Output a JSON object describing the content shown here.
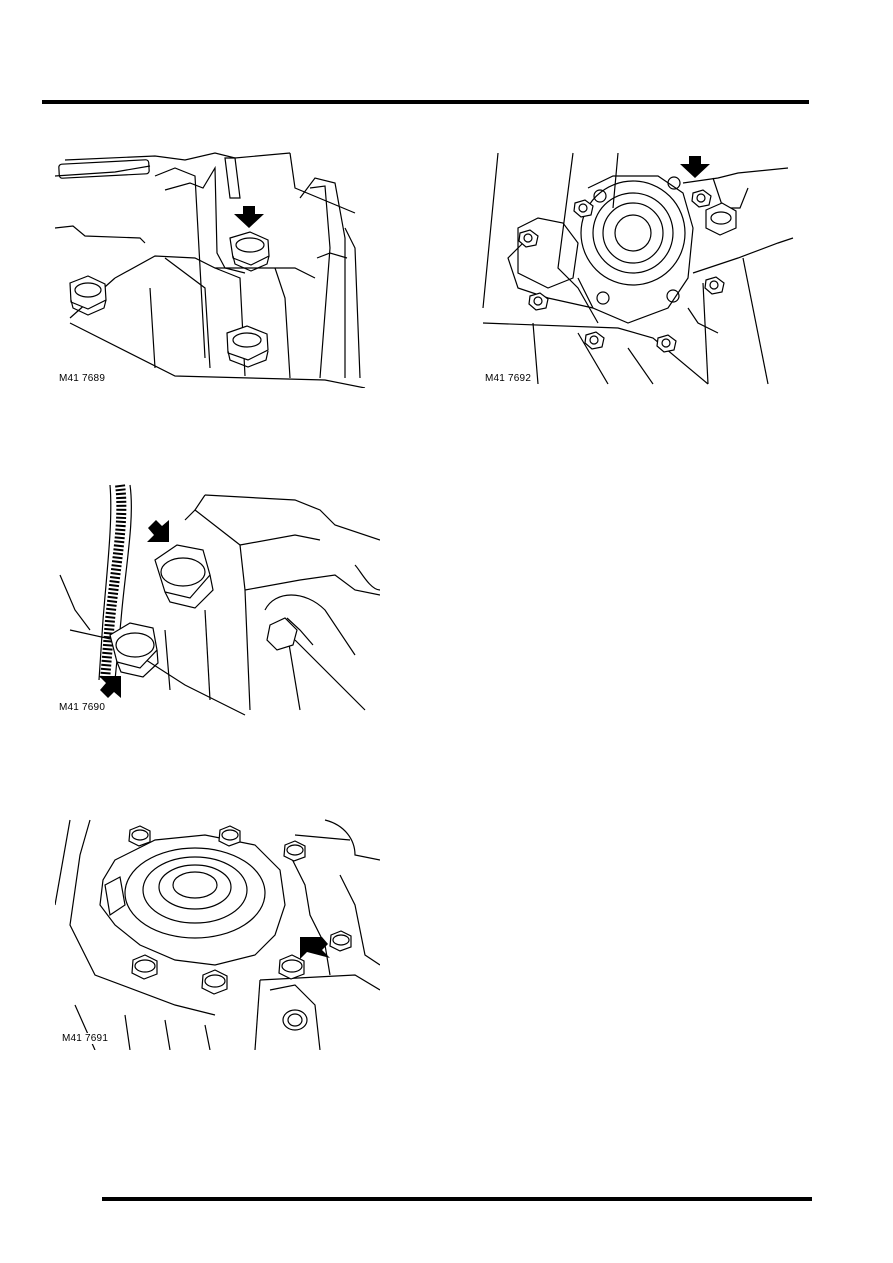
{
  "figures": [
    {
      "id": "fig-1",
      "label": "M41 7689",
      "arrow_icons": [
        "arrow-down-icon"
      ]
    },
    {
      "id": "fig-2",
      "label": "M41 7692",
      "arrow_icons": [
        "arrow-down-icon"
      ]
    },
    {
      "id": "fig-3",
      "label": "M41 7690",
      "arrow_icons": [
        "arrow-down-right-icon",
        "arrow-up-right-icon"
      ]
    },
    {
      "id": "fig-4",
      "label": "M41 7691",
      "arrow_icons": [
        "arrow-down-left-icon"
      ]
    }
  ],
  "colors": {
    "ink": "#000000",
    "paper": "#ffffff"
  }
}
